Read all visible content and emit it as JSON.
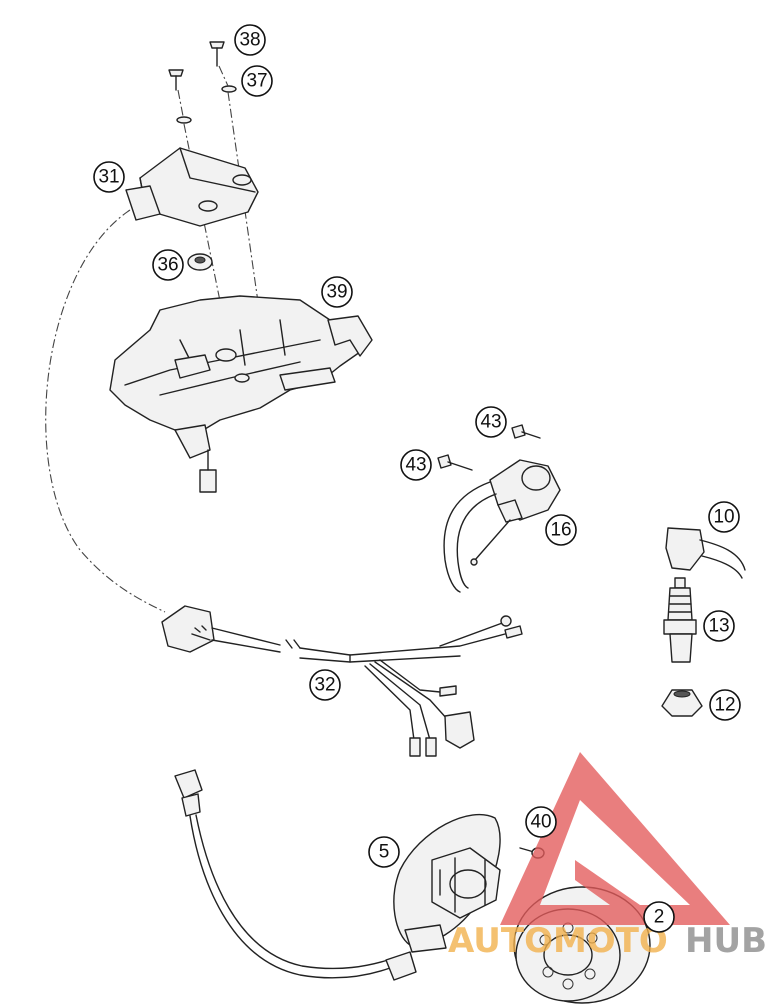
{
  "callouts": [
    {
      "id": "c38",
      "label": "38"
    },
    {
      "id": "c37",
      "label": "37"
    },
    {
      "id": "c31",
      "label": "31"
    },
    {
      "id": "c36",
      "label": "36"
    },
    {
      "id": "c39",
      "label": "39"
    },
    {
      "id": "c43a",
      "label": "43"
    },
    {
      "id": "c43b",
      "label": "43"
    },
    {
      "id": "c16",
      "label": "16"
    },
    {
      "id": "c10",
      "label": "10"
    },
    {
      "id": "c13",
      "label": "13"
    },
    {
      "id": "c12",
      "label": "12"
    },
    {
      "id": "c32",
      "label": "32"
    },
    {
      "id": "c40",
      "label": "40"
    },
    {
      "id": "c5",
      "label": "5"
    },
    {
      "id": "c2",
      "label": "2"
    }
  ],
  "watermark": {
    "part1": "AUTOMOTO",
    "part2": "HUB",
    "color_red": "#e35b5b",
    "color_orange": "#f2b04a",
    "color_gray": "#8a8a8a"
  },
  "icons": [
    "triangle-logo-icon"
  ]
}
